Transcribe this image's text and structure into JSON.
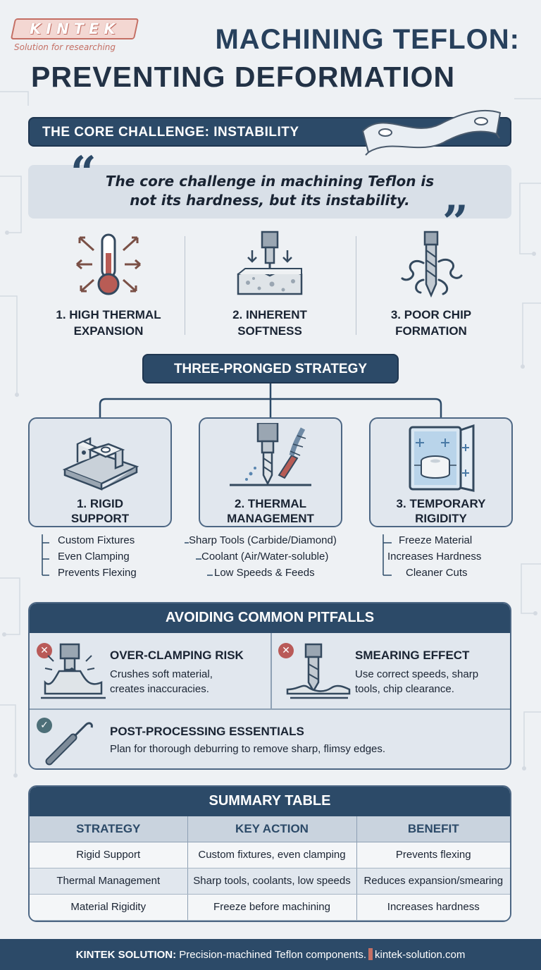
{
  "brand": {
    "logo_text": "KINTEK",
    "tagline": "Solution for researching"
  },
  "header": {
    "title_line1": "MACHINING TEFLON:",
    "title_line2": "PREVENTING DEFORMATION"
  },
  "core": {
    "banner": "THE CORE CHALLENGE: INSTABILITY",
    "quote_line1": "The core challenge in machining Teflon is",
    "quote_line2": "not its hardness, but its instability."
  },
  "challenges": [
    {
      "line1": "1. HIGH THERMAL",
      "line2": "EXPANSION",
      "icon": "thermometer-icon"
    },
    {
      "line1": "2. INHERENT",
      "line2": "SOFTNESS",
      "icon": "soft-material-icon"
    },
    {
      "line1": "3. POOR CHIP",
      "line2": "FORMATION",
      "icon": "drill-chips-icon"
    }
  ],
  "strategy": {
    "title": "THREE-PRONGED STRATEGY",
    "cards": [
      {
        "line1": "1. RIGID",
        "line2": "SUPPORT",
        "icon": "fixture-icon",
        "bullets": [
          "Custom Fixtures",
          "Even Clamping",
          "Prevents Flexing"
        ]
      },
      {
        "line1": "2. THERMAL",
        "line2": "MANAGEMENT",
        "icon": "coolant-tool-icon",
        "bullets": [
          "Sharp Tools (Carbide/Diamond)",
          "Coolant (Air/Water-soluble)",
          "Low Speeds & Feeds"
        ]
      },
      {
        "line1": "3. TEMPORARY",
        "line2": "RIGIDITY",
        "icon": "freezer-icon",
        "bullets": [
          "Freeze Material",
          "Increases Hardness",
          "Cleaner Cuts"
        ]
      }
    ]
  },
  "pitfalls": {
    "title": "AVOIDING COMMON PITFALLS",
    "items": [
      {
        "title": "OVER-CLAMPING RISK",
        "desc_line1": "Crushes soft material,",
        "desc_line2": "creates inaccuracies."
      },
      {
        "title": "SMEARING EFFECT",
        "desc_line1": "Use correct speeds, sharp",
        "desc_line2": "tools, chip clearance."
      },
      {
        "title": "POST-PROCESSING ESSENTIALS",
        "desc_line1": "Plan for thorough deburring to remove sharp, flimsy edges."
      }
    ]
  },
  "summary": {
    "title": "SUMMARY TABLE",
    "headers": [
      "STRATEGY",
      "KEY ACTION",
      "BENEFIT"
    ],
    "rows": [
      [
        "Rigid Support",
        "Custom fixtures, even clamping",
        "Prevents flexing"
      ],
      [
        "Thermal Management",
        "Sharp tools, coolants, low speeds",
        "Reduces expansion/smearing"
      ],
      [
        "Material Rigidity",
        "Freeze before machining",
        "Increases hardness"
      ]
    ]
  },
  "footer": {
    "brand": "KINTEK SOLUTION:",
    "text": "Precision-machined Teflon components.",
    "url": "kintek-solution.com"
  },
  "colors": {
    "navy": "#2c4a68",
    "panel": "#e1e7ee",
    "accent_red": "#b95a58",
    "logo_red": "#c46f64"
  }
}
